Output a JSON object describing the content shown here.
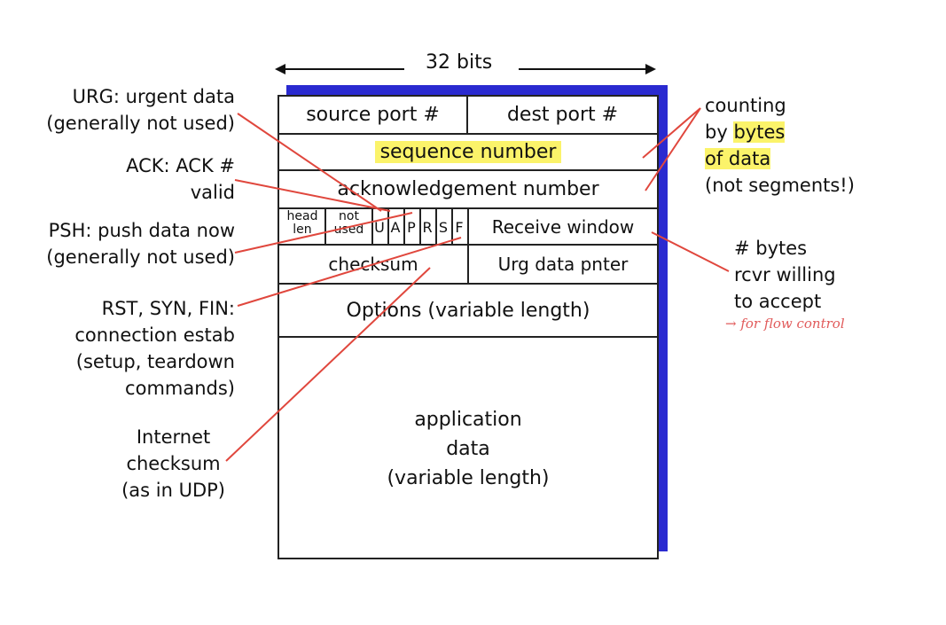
{
  "header": {
    "width_label": "32 bits"
  },
  "segment": {
    "source_port": "source port #",
    "dest_port": "dest port #",
    "sequence_number": "sequence number",
    "ack_number": "acknowledgement number",
    "head_len_line1": "head",
    "head_len_line2": "len",
    "not_used_line1": "not",
    "not_used_line2": "used",
    "flags": [
      "U",
      "A",
      "P",
      "R",
      "S",
      "F"
    ],
    "receive_window": "Receive window",
    "checksum": "checksum",
    "urg_pointer": "Urg data pnter",
    "options": "Options (variable length)",
    "app_data_line1": "application",
    "app_data_line2": "data",
    "app_data_line3": "(variable length)"
  },
  "annotations": {
    "urg": [
      "URG: urgent data",
      "(generally not used)"
    ],
    "ack": [
      "ACK: ACK #",
      "valid"
    ],
    "psh": [
      "PSH: push data now",
      "(generally not used)"
    ],
    "rst": [
      "RST, SYN, FIN:",
      "connection estab",
      "(setup, teardown",
      "commands)"
    ],
    "checksum": [
      "Internet",
      "checksum",
      "(as in UDP)"
    ],
    "counting": [
      "counting",
      "by",
      "bytes",
      "of data",
      "(not segments!)"
    ],
    "bytes": [
      "# bytes",
      "rcvr willing",
      "to accept"
    ],
    "handwritten_note": "→ for flow control"
  },
  "colors": {
    "accent_blue": "#2a2ad0",
    "highlight": "#fbf36a",
    "leader_red": "#e0473d"
  }
}
